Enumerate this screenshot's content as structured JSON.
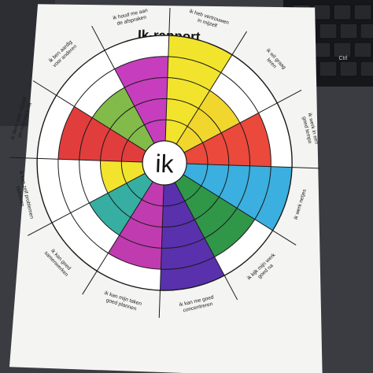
{
  "worksheet": {
    "title": "Ik-rapport",
    "center": "ik",
    "segments": [
      {
        "label": "ik heb vertrouwen in mijzelf",
        "lines": [
          "ik heb vertrouwen",
          "in mijzelf"
        ],
        "rings": 5,
        "color": "#f1e21a"
      },
      {
        "label": "ik wil graag leren",
        "lines": [
          "ik wil graag",
          "leren"
        ],
        "rings": 3,
        "color": "#f0d21c"
      },
      {
        "label": "ik werk in een goed tempo",
        "lines": [
          "ik werk in een",
          "goed tempo"
        ],
        "rings": 4,
        "color": "#e8392b"
      },
      {
        "label": "ik werk netjes",
        "lines": [
          "ik werk netjes"
        ],
        "rings": 5,
        "color": "#2aa8dc"
      },
      {
        "label": "ik kijk mijn werk goed na",
        "lines": [
          "ik kijk mijn werk",
          "goed na"
        ],
        "rings": 4,
        "color": "#1e8e3a"
      },
      {
        "label": "ik kan me goed concentreren",
        "lines": [
          "ik kan me goed",
          "concentreren"
        ],
        "rings": 5,
        "color": "#4b1fa6"
      },
      {
        "label": "ik kan mijn taken goed plannen",
        "lines": [
          "ik kan mijn taken",
          "goed plannen"
        ],
        "rings": 4,
        "color": "#bb2aa8"
      },
      {
        "label": "ik kan goed samenwerken",
        "lines": [
          "ik kan goed",
          "samenwerken"
        ],
        "rings": 3,
        "color": "#25a89a"
      },
      {
        "label": "ik kan zelf problemen oplossen",
        "lines": [
          "ik kan zelf problemen",
          "oplossen"
        ],
        "rings": 2,
        "color": "#f1e21a"
      },
      {
        "label": "ik denk over mijzelf en mijn werk na",
        "lines": [
          "ik denk over mijzelf",
          "en mijn werk na"
        ],
        "rings": 4,
        "color": "#e02d2d"
      },
      {
        "label": "ik ben aardig voor anderen",
        "lines": [
          "ik ben aardig",
          "voor anderen"
        ],
        "rings": 3,
        "color": "#77b53a"
      },
      {
        "label": "ik houd me aan de afspraken",
        "lines": [
          "ik houd me aan",
          "de afspraken"
        ],
        "rings": 4,
        "color": "#c12eb8"
      }
    ]
  },
  "keyboard": {
    "keys": [
      "Ctrl"
    ]
  }
}
